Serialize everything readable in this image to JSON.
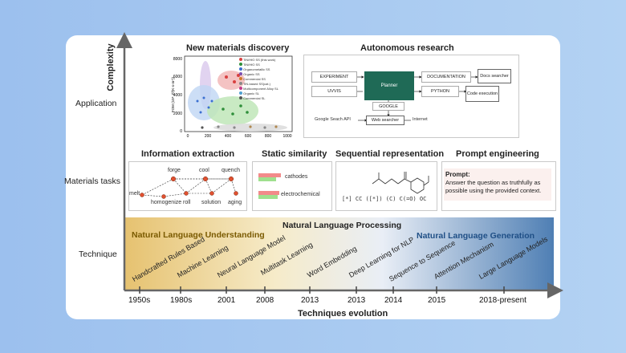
{
  "axes": {
    "y_title": "Complexity",
    "x_title": "Techniques evolution",
    "levels": [
      "Application",
      "Materials tasks",
      "Technique"
    ]
  },
  "application": {
    "materials_title": "New materials discovery",
    "autonomous_title": "Autonomous research",
    "plot": {
      "ylabel": "FOM (10⁸ J²/(K·s·m⁴))",
      "y_ticks": [
        "0",
        "2000",
        "4000",
        "6000",
        "8000"
      ],
      "x_ticks": [
        "0",
        "200",
        "400",
        "600",
        "800",
        "1000"
      ],
      "legend": [
        "TiN/HfO SS (this work)",
        "TiN/HfO SS",
        "Organometallic SS",
        "Organic SS",
        "Commercial SS",
        "TiN-based SS(cat.)",
        "Multicomponent Alloy SL",
        "Organic SL",
        "Commercial SL"
      ],
      "legend_colors": [
        "#d94040",
        "#2f8f3a",
        "#3b6fd1",
        "#7a4fb0",
        "#d07a2a",
        "#888888",
        "#c23a8a",
        "#4fa0d0",
        "#555555"
      ]
    },
    "flow": {
      "experiment": "EXPERIMENT",
      "uvvis": "UVVIS",
      "planner": "Planner",
      "documentation": "DOCUMENTATION",
      "docs_searcher": "Docs searcher",
      "python": "PYTHON",
      "code_execution": "Code execution",
      "google": "GOOGLE",
      "google_api": "Google Seach API",
      "web_searcher": "Web searcher",
      "internet": "Internet"
    }
  },
  "tasks": {
    "info_title": "Information extraction",
    "static_title": "Static similarity",
    "seq_title": "Sequential representation",
    "prompt_title": "Prompt engineering",
    "nodes": [
      "melt",
      "forge",
      "homogenize",
      "roll",
      "cool",
      "solution",
      "quench",
      "aging"
    ],
    "cathodes": "cathodes",
    "electrochemical": "electrochemical",
    "smiles": "[*] CC ([*]) (C) C(=O) OC",
    "prompt_label": "Prompt:",
    "prompt_text": "Answer the question as truthfully as possible using the provided context."
  },
  "technique": {
    "nlp": "Natural Language Processing",
    "nlu": "Natural Language Understanding",
    "nlg": "Natural Language Generation",
    "methods": [
      "Handcrafted Rules Based",
      "Machine Learning",
      "Neural Language Model",
      "Multitask Learning",
      "Word Embedding",
      "Deep Learning for NLP",
      "Sequence to Sequence",
      "Attention Mechanism",
      "Large Language Models"
    ],
    "years": [
      "1950s",
      "1980s",
      "2001",
      "2008",
      "2013",
      "2013",
      "2014",
      "2015",
      "2018-present"
    ]
  },
  "colors": {
    "planner": "#1f6a56",
    "nlu_text": "#7a5a00",
    "nlg_text": "#1f4f86",
    "band_left": "#e8c87a",
    "band_right": "#4f7fb4"
  }
}
